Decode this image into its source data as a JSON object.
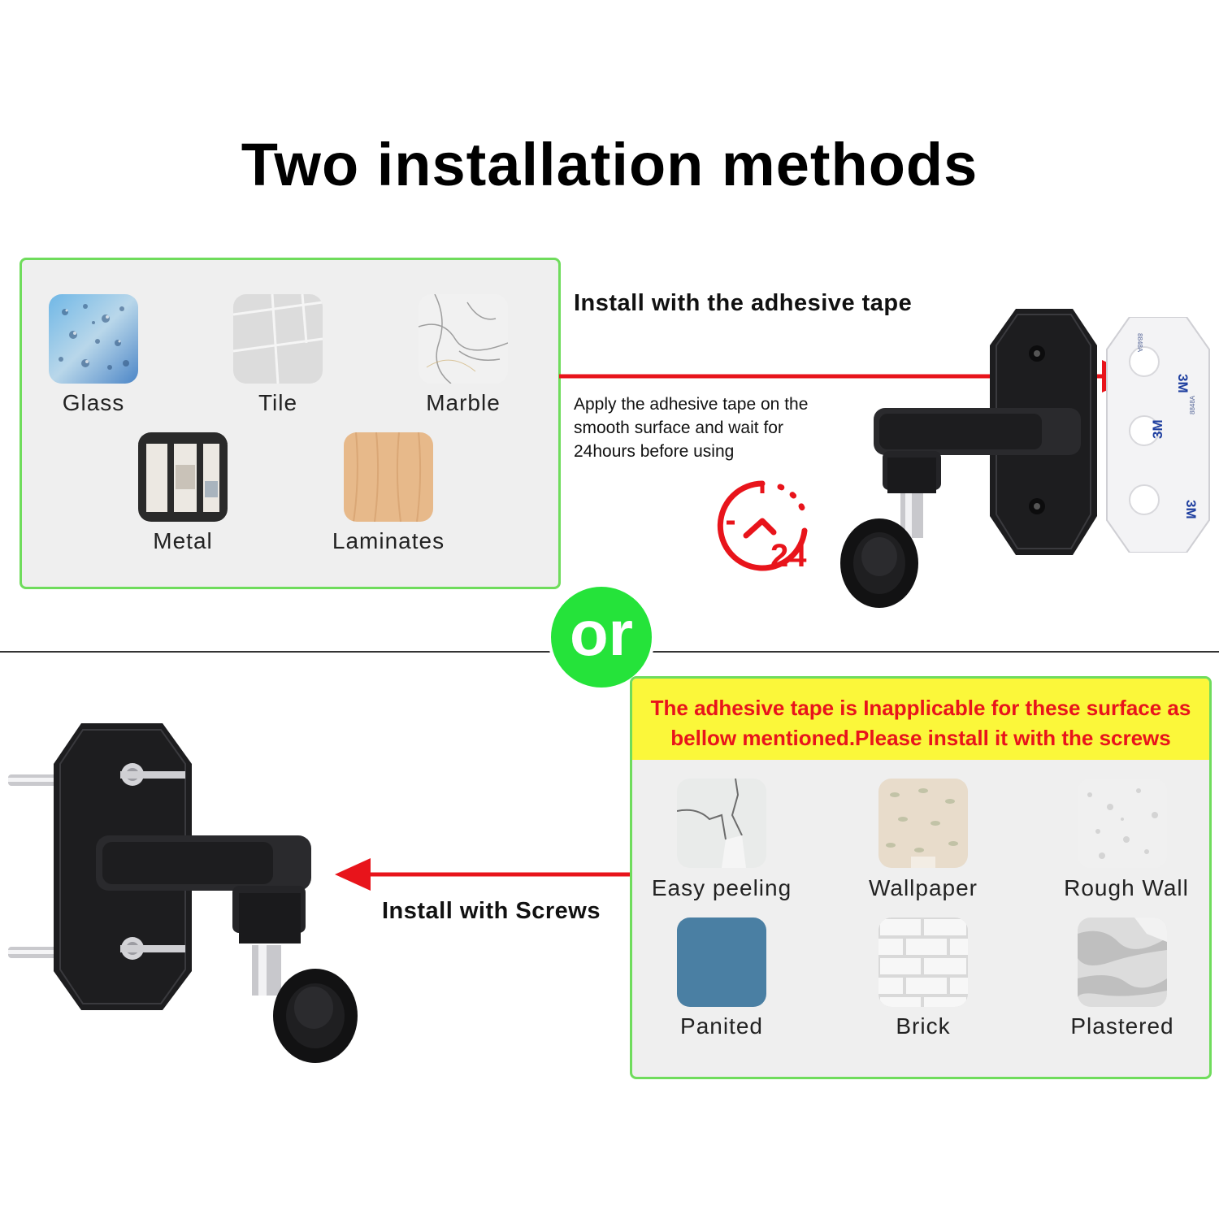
{
  "title": "Two installation methods",
  "adhesive": {
    "heading": "Install with the adhesive tape",
    "description": "Apply the adhesive tape on the smooth surface  and wait for 24hours before using",
    "timer_number": "24",
    "surfaces": [
      "Glass",
      "Tile",
      "Marble",
      "Metal",
      "Laminates"
    ],
    "tape_brand": "3M",
    "tape_code": "8848A"
  },
  "or_label": "or",
  "screws": {
    "heading": "Install with Screws",
    "warning": "The adhesive tape is Inapplicable for these surface as bellow mentioned.Please install it with the screws",
    "surfaces": [
      "Easy peeling",
      "Wallpaper",
      "Rough Wall",
      "Panited",
      "Brick",
      "Plastered"
    ]
  },
  "colors": {
    "accent_green": "#6fdc5c",
    "or_green": "#25e33a",
    "arrow_red": "#e8141b",
    "warning_yellow": "#fbf73a"
  }
}
